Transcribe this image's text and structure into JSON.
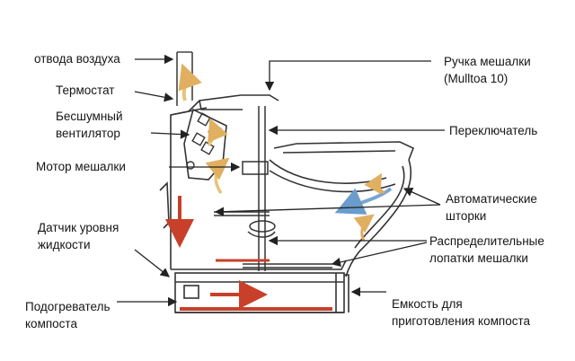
{
  "labels": {
    "air_outlet": "отвода воздуха",
    "thermostat": "Термостат",
    "fan_line1": "Бесшумный",
    "fan_line2": "вентилятор",
    "mixer_motor": "Мотор мешалки",
    "level_sensor_line1": "Датчик уровня",
    "level_sensor_line2": "жидкости",
    "heater_line1": "Подогреватель",
    "heater_line2": "компоста",
    "mixer_handle_line1": "Ручка мешалки",
    "mixer_handle_line2": "(Mulltoa 10)",
    "switch": "Переключатель",
    "shutters_line1": "Автоматические",
    "shutters_line2": "шторки",
    "blades_line1": "Распределительные",
    "blades_line2": "лопатки мешалки",
    "container_line1": "Емкость для",
    "container_line2": "приготовления компоста"
  },
  "colors": {
    "line": "#2a2a2a",
    "heat_arrow": "#c8402a",
    "warm_air": "#e8c37a",
    "cool_air": "#7aa6cf",
    "label_arrow": "#222222"
  }
}
